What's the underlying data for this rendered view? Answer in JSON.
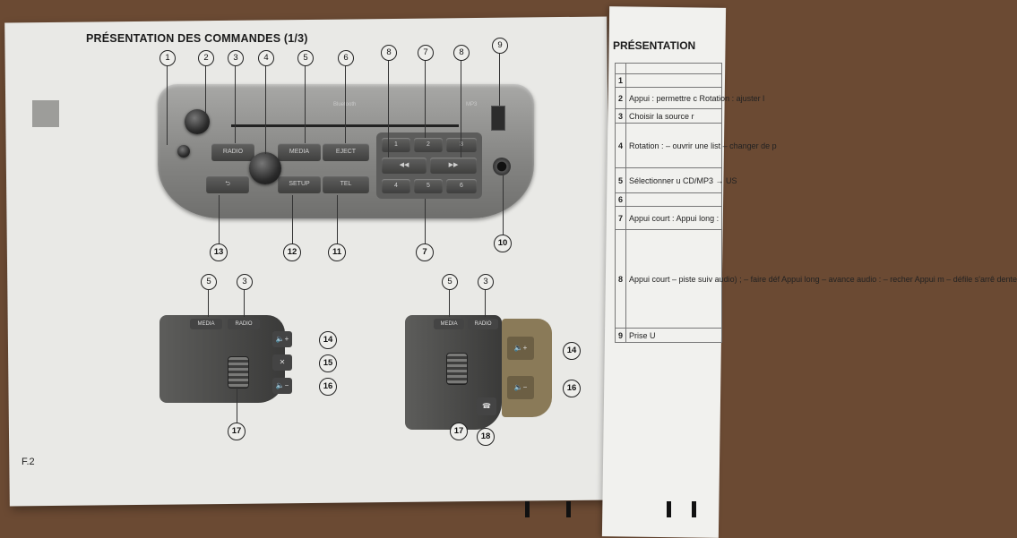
{
  "page": {
    "title": "PRÉSENTATION DES COMMANDES (1/3)",
    "page_number": "F.2"
  },
  "radio": {
    "buttons": {
      "radio": "RADIO",
      "media": "MEDIA",
      "eject": "EJECT",
      "back": "⮌",
      "setup": "SETUP",
      "tel": "TEL",
      "preset_1": "1",
      "preset_2": "2",
      "preset_3": "3",
      "preset_4": "4",
      "preset_5": "5",
      "preset_6": "6",
      "mp3_label": "MP3",
      "bt_label": "Bluetooth"
    },
    "top_callouts": [
      "1",
      "2",
      "3",
      "4",
      "5",
      "6",
      "8",
      "7",
      "8",
      "9"
    ],
    "bottom_callouts": [
      "13",
      "12",
      "11",
      "7",
      "10"
    ]
  },
  "steering_left": {
    "media": "MEDIA",
    "radio": "RADIO",
    "callouts_top": [
      "5",
      "3"
    ],
    "callouts_side": [
      "14",
      "15",
      "16"
    ],
    "callout_bottom": "17"
  },
  "steering_right": {
    "media": "MEDIA",
    "radio": "RADIO",
    "callouts_top": [
      "5",
      "3"
    ],
    "callouts_side": [
      "14",
      "16"
    ],
    "callouts_bottom": [
      "17",
      "18"
    ]
  },
  "right_page": {
    "title": "PRÉSENTATION",
    "rows": [
      {
        "num": "",
        "text": ""
      },
      {
        "num": "1",
        "text": ""
      },
      {
        "num": "2",
        "text": "Appui : permettre c  Rotation : ajuster l"
      },
      {
        "num": "3",
        "text": "Choisir la source r"
      },
      {
        "num": "4",
        "text": "Rotation :  – ouvrir une list  – changer de p"
      },
      {
        "num": "5",
        "text": "Sélectionner u  CD/MP3 → US"
      },
      {
        "num": "6",
        "text": ""
      },
      {
        "num": "7",
        "text": "Appui court :  Appui long :"
      },
      {
        "num": "8",
        "text": "Appui court  – piste suiv  audio) ;  – faire déf  Appui long  – avance  audio :  – recher  Appui m  – défile  s'arrê  dente"
      },
      {
        "num": "9",
        "text": "Prise U"
      }
    ]
  }
}
